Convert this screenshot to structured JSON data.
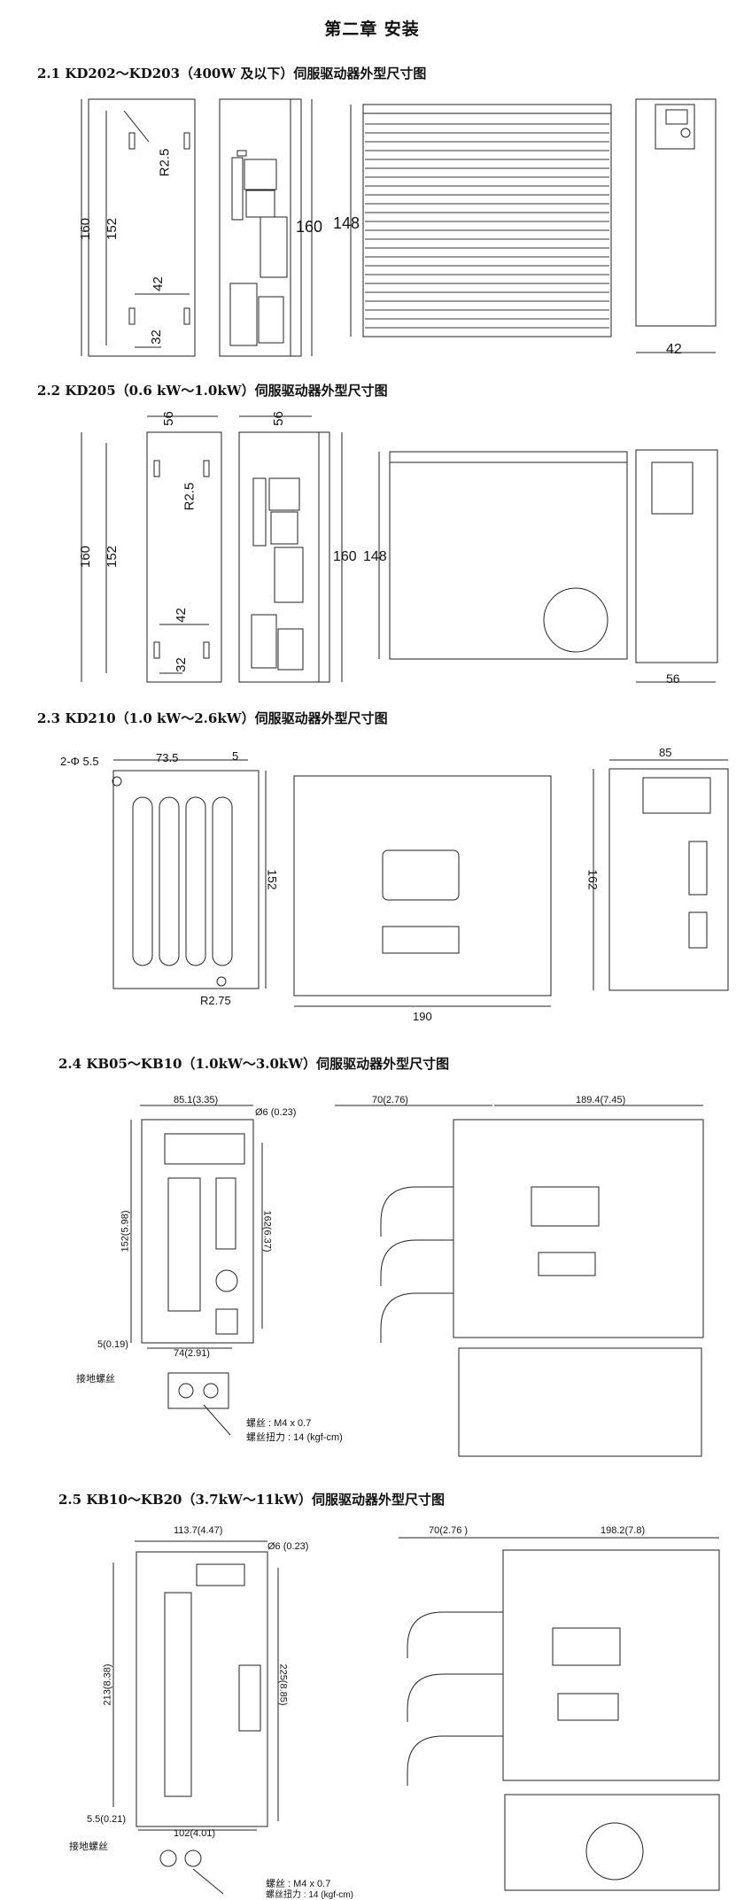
{
  "page_title": "第二章 安装",
  "sections": [
    {
      "heading": "2.1 KD202～KD203（400W 及以下）伺服驱动器外型尺寸图",
      "dims": {
        "a": "160",
        "b": "152",
        "c": "R2.5",
        "d": "42",
        "e": "32",
        "f": "160",
        "g": "148",
        "h": "42"
      }
    },
    {
      "heading": "2.2 KD205（0.6 kW～1.0kW）伺服驱动器外型尺寸图",
      "dims": {
        "top1": "56",
        "top2": "56",
        "a": "160",
        "b": "152",
        "c": "R2.5",
        "d": "42",
        "e": "32",
        "f": "160",
        "g": "148",
        "h": "56"
      }
    },
    {
      "heading": "2.3 KD210（1.0 kW～2.6kW）伺服驱动器外型尺寸图",
      "dims": {
        "hole": "2-Φ 5.5",
        "w1": "73.5",
        "w2": "5",
        "h1": "152",
        "r": "R2.75",
        "depth": "190",
        "width": "85",
        "height": "162"
      }
    },
    {
      "heading": "2.4 KB05～KB10（1.0kW～3.0kW）伺服驱动器外型尺寸图",
      "dims": {
        "w": "85.1(3.35)",
        "hole": "Ø6 (0.23)",
        "h1": "152(5.98)",
        "h2": "162(6.37)",
        "m": "5(0.19)",
        "bw": "74(2.91)",
        "d1": "70(2.76)",
        "d2": "189.4(7.45)",
        "ground": "接地螺丝",
        "screw": "螺丝 : M4 x 0.7",
        "torque": "螺丝扭力 : 14 (kgf-cm)"
      }
    },
    {
      "heading": "2.5 KB10～KB20（3.7kW～11kW）伺服驱动器外型尺寸图",
      "dims": {
        "w": "113.7(4.47)",
        "hole": "Ø6 (0.23)",
        "h1": "213(8.38)",
        "h2": "225(8.85)",
        "m": "5.5(0.21)",
        "bw": "102(4.01)",
        "d1": "70(2.76 )",
        "d2": "198.2(7.8)",
        "ground": "接地螺丝",
        "screw": "螺丝 : M4 x 0.7",
        "torque": "螺丝扭力 : 14 (kgf-cm)"
      }
    }
  ]
}
